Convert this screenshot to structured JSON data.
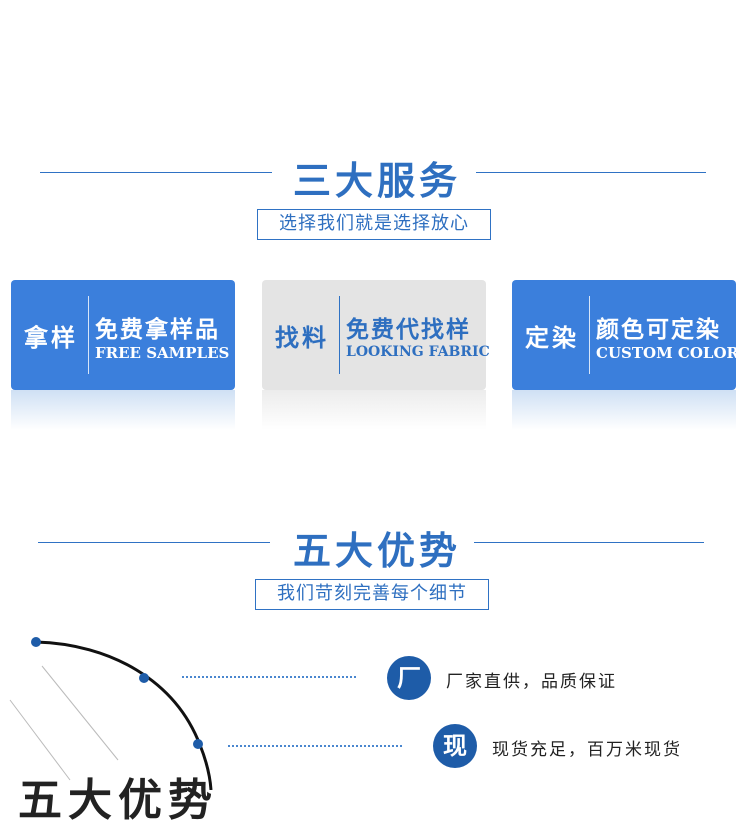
{
  "section1": {
    "title": "三大服务",
    "subtitle": "选择我们就是选择放心",
    "cards": [
      {
        "label": "拿样",
        "title_cn": "免费拿样品",
        "title_en": "FREE SAMPLES"
      },
      {
        "label": "找料",
        "title_cn": "免费代找样",
        "title_en": "LOOKING FABRIC"
      },
      {
        "label": "定染",
        "title_cn": "颜色可定染",
        "title_en": "CUSTOM COLOR"
      }
    ]
  },
  "section2": {
    "title": "五大优势",
    "subtitle": "我们苛刻完善每个细节",
    "items": [
      {
        "icon_char": "厂",
        "text": "厂家直供，品质保证"
      },
      {
        "icon_char": "现",
        "text": "现货充足，百万米现货"
      }
    ],
    "graphic_title": "五大优势"
  },
  "colors": {
    "accent": "#2e6fc0",
    "card_blue": "#3b7fdc",
    "card_gray": "#e4e4e4",
    "icon_circle": "#1e5ca8"
  }
}
